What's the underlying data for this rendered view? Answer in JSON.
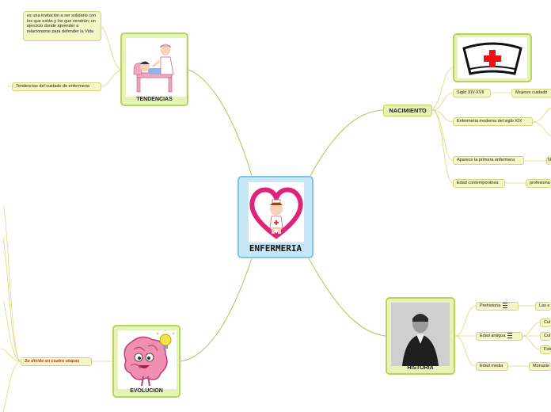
{
  "central": {
    "label": "ENFERMERIA"
  },
  "tendencias": {
    "label": "TENDENCIAS",
    "note": "es una invitación a ser solidario con los que están y los que vendrán; un ejercicio donde aprender a relacionarse para defender la Vida",
    "sub": "Tendencias del cuidado de enfermeria"
  },
  "nacimiento": {
    "label": "NACIMIENTO",
    "items": [
      {
        "label": "Siglo XIV-XVII",
        "child": "Mujeres cuidado"
      },
      {
        "label": "Enfermeria moderna del siglo XIX",
        "child": ""
      },
      {
        "label": "Aparece la primera enfermera",
        "child": "N"
      },
      {
        "label": "Edad contemporánea",
        "child": "profesiona"
      }
    ]
  },
  "historia": {
    "label": "HISTORIA",
    "items": [
      {
        "label": "Prehistoria",
        "children": [
          "Las e"
        ]
      },
      {
        "label": "Edad antigua",
        "children": [
          "Cul",
          "Cul",
          "Feb"
        ]
      },
      {
        "label": "Edad media",
        "children": [
          "Monaste"
        ]
      }
    ]
  },
  "evolucion": {
    "label": "EVOLUCION",
    "sub": "Se divide en cuatro etapas"
  },
  "colors": {
    "central_fill": "#c7e7f7",
    "topic_fill": "#e6f2b8",
    "sub_fill": "#f4f6c6",
    "line": "#a9c94e",
    "sub_line": "#e2d779",
    "accent_red": "#c0392b"
  }
}
